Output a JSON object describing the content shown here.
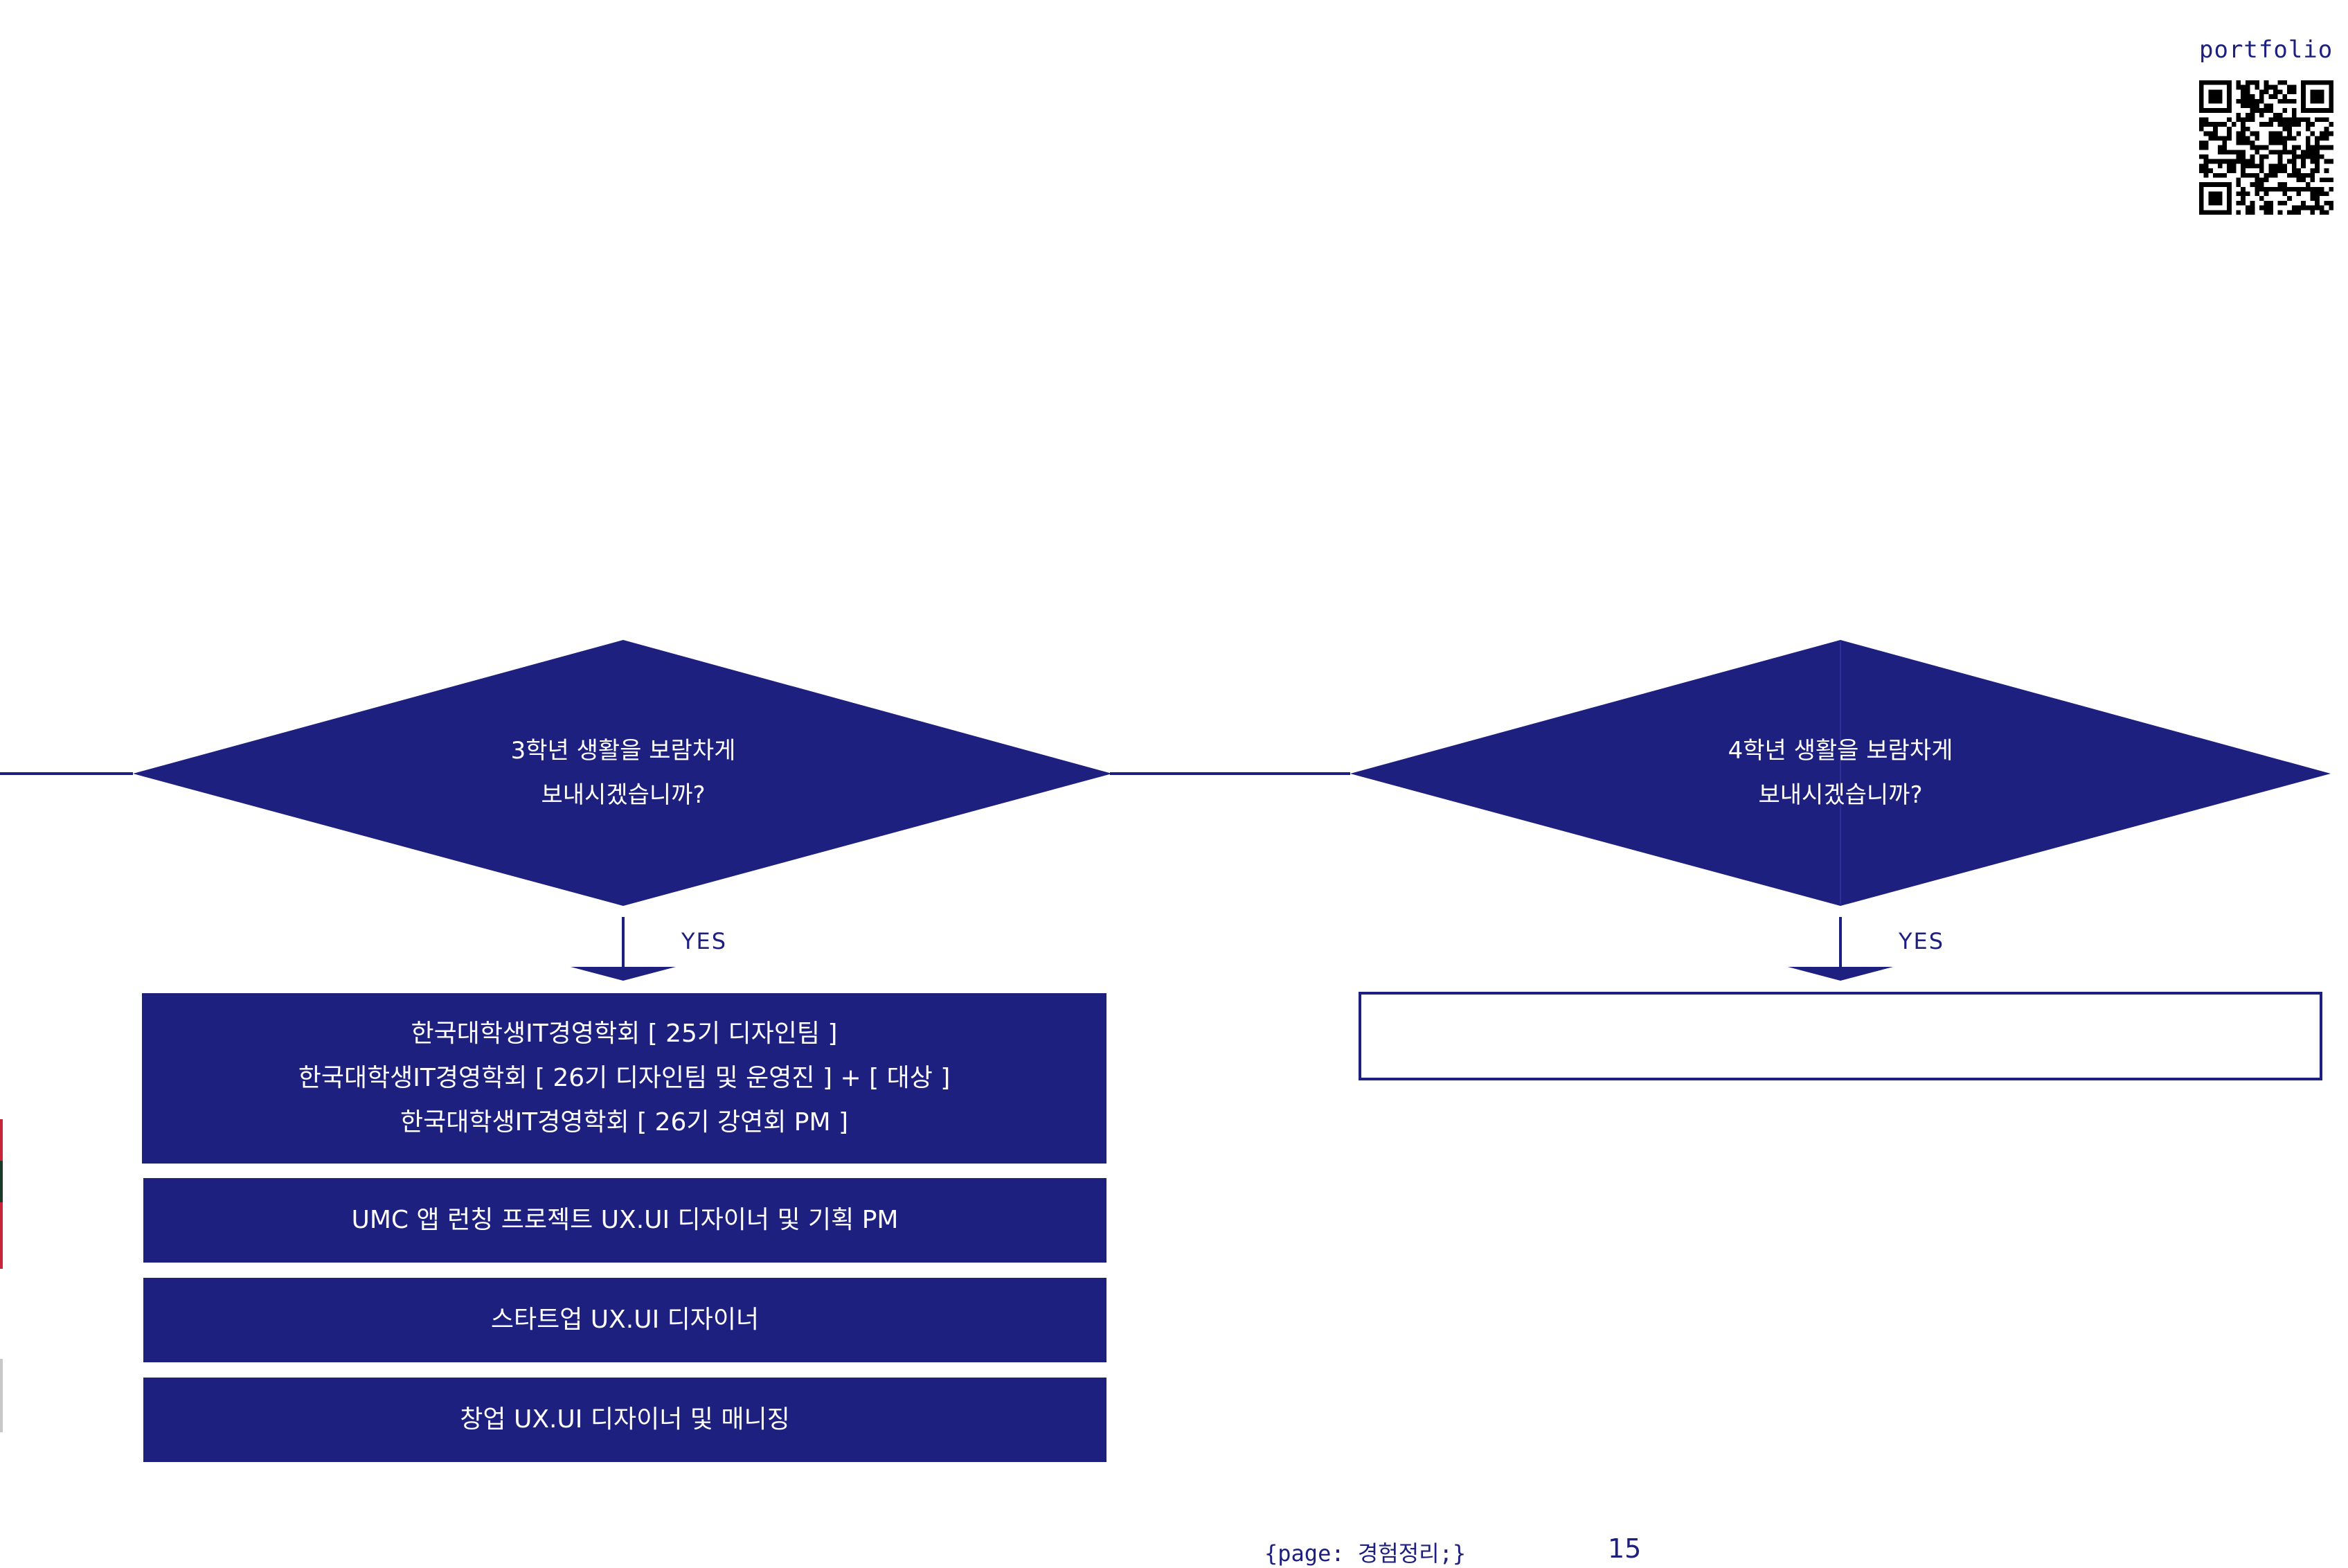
{
  "colors": {
    "primary": "#1e2080",
    "background": "#ffffff"
  },
  "header": {
    "portfolio_label": "portfolio"
  },
  "flow": {
    "decision_1": {
      "line1": "3학년 생활을 보람차게",
      "line2": "보내시겠습니까?"
    },
    "decision_2": {
      "line1": "4학년 생활을 보람차게",
      "line2": "보내시겠습니까?"
    },
    "yes_label_1": "YES",
    "yes_label_2": "YES",
    "boxes": [
      {
        "lines": [
          "한국대학생IT경영학회 [ 25기 디자인팀 ]",
          "한국대학생IT경영학회 [ 26기 디자인팀 및 운영진 ] + [ 대상 ]",
          "한국대학생IT경영학회 [ 26기 강연회 PM ]"
        ]
      },
      {
        "lines": [
          "UMC 앱 런칭 프로젝트 UX.UI 디자이너 및 기획 PM"
        ]
      },
      {
        "lines": [
          "스타트업 UX.UI 디자이너"
        ]
      },
      {
        "lines": [
          "창업 UX.UI 디자이너 및 매니징"
        ]
      }
    ]
  },
  "footer": {
    "page_tag": "{page: 경험정리;}",
    "page_number": "15"
  }
}
